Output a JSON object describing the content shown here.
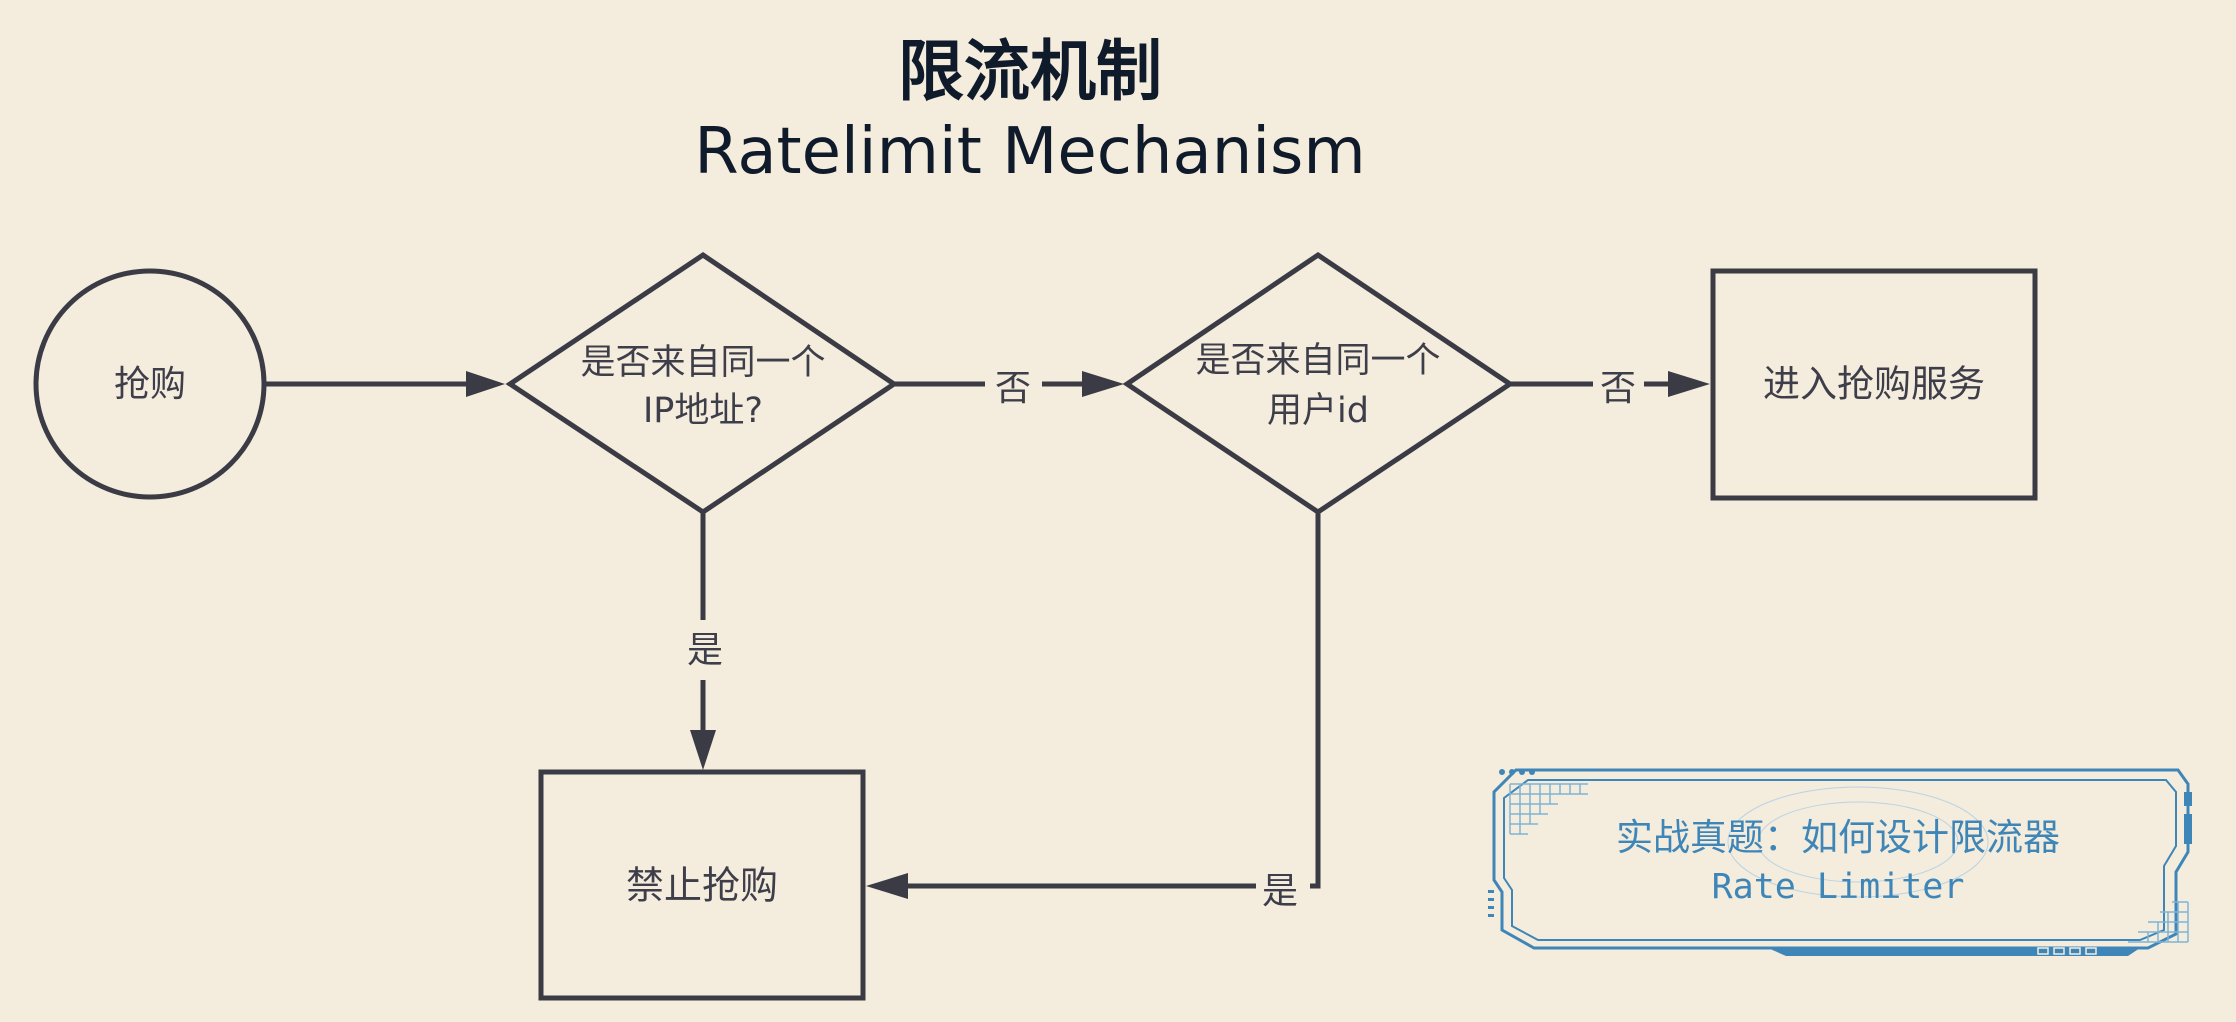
{
  "header": {
    "title_zh": "限流机制",
    "title_en": "Ratelimit Mechanism"
  },
  "flow": {
    "start": "抢购",
    "decision_ip": [
      "是否来自同一个",
      "IP地址?"
    ],
    "decision_user": [
      "是否来自同一个",
      "用户id"
    ],
    "enter_service": "进入抢购服务",
    "block": "禁止抢购",
    "label_no_1": "否",
    "label_no_2": "否",
    "label_yes_1": "是",
    "label_yes_2": "是"
  },
  "badge": {
    "title_zh": "实战真题：如何设计限流器",
    "title_en": "Rate Limiter"
  },
  "colors": {
    "background": "#f4ecdc",
    "stroke": "#3a3b45",
    "badge": "#3f86b8"
  }
}
